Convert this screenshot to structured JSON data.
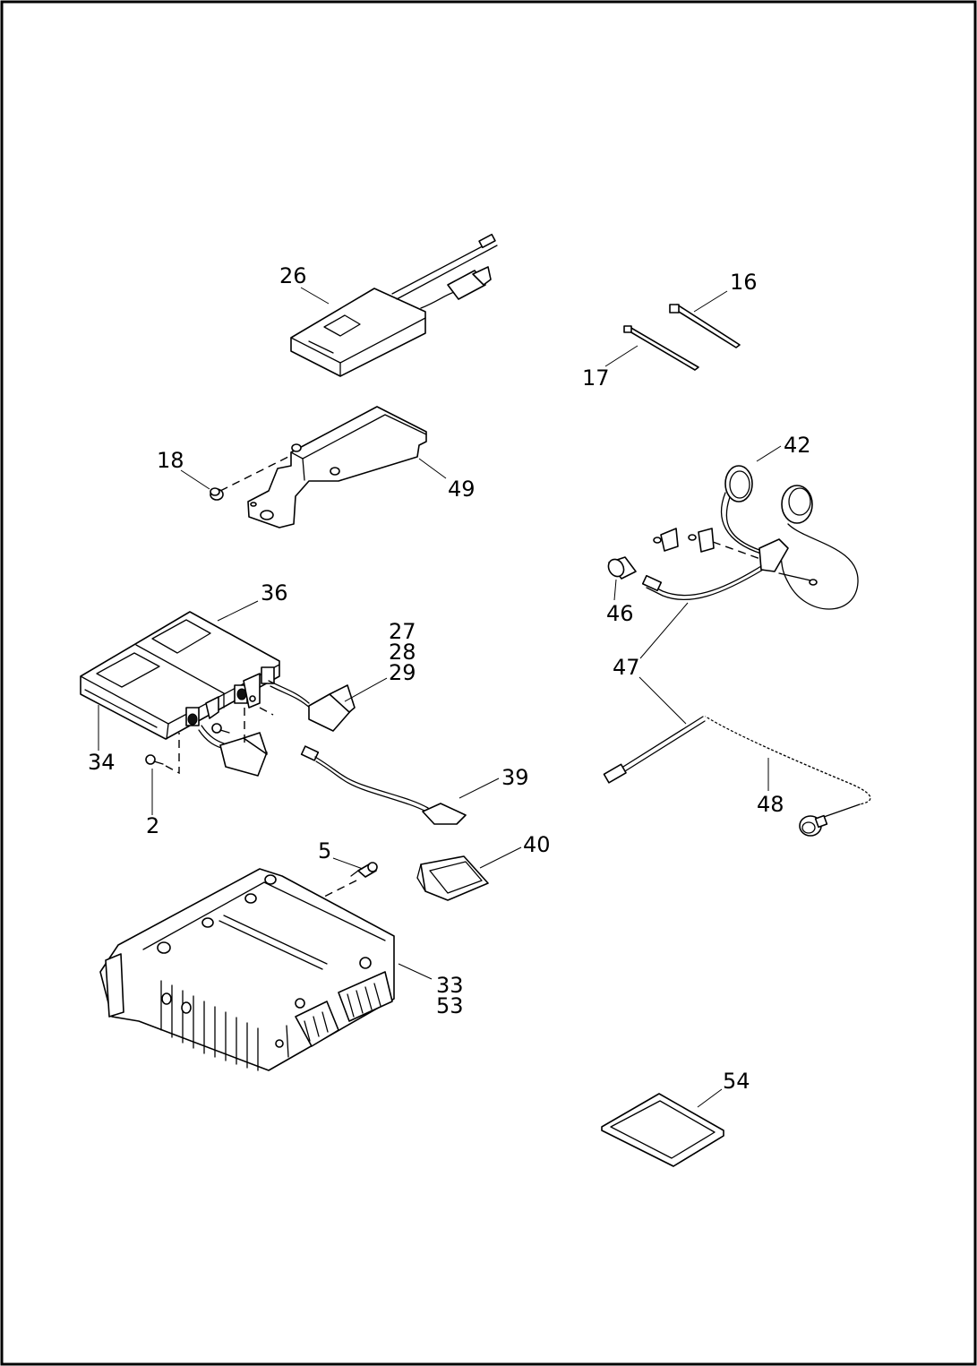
{
  "diagram": {
    "border_color": "#000000",
    "background": "#ffffff",
    "callouts": {
      "c26": "26",
      "c16": "16",
      "c17": "17",
      "c18": "18",
      "c49": "49",
      "c42": "42",
      "c36": "36",
      "c27": "27",
      "c28": "28",
      "c29": "29",
      "c46": "46",
      "c47": "47",
      "c34": "34",
      "c39": "39",
      "c2": "2",
      "c48": "48",
      "c5": "5",
      "c40": "40",
      "c33": "33",
      "c53": "53",
      "c54": "54"
    }
  }
}
